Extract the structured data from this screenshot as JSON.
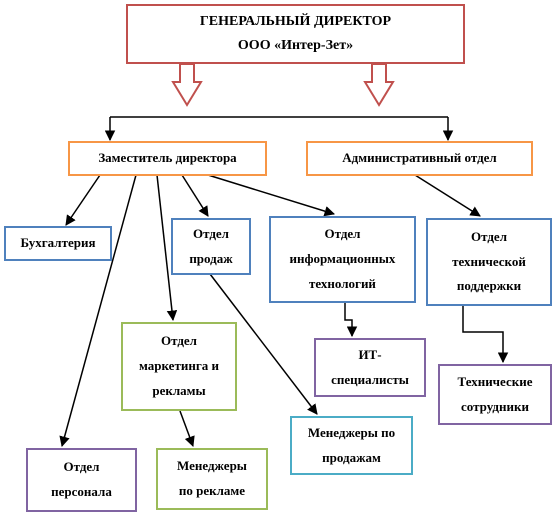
{
  "nodes": {
    "general_director": "ГЕНЕРАЛЬНЫЙ ДИРЕКТОР\nООО «Интер-Зет»",
    "deputy_director": "Заместитель директора",
    "admin_department": "Административный отдел",
    "accounting": "Бухгалтерия",
    "sales_department": "Отдел\nпродаж",
    "it_department": "Отдел\nинформационных\nтехнологий",
    "tech_support_department": "Отдел\nтехнической\nподдержки",
    "marketing_department": "Отдел\nмаркетинга и\nрекламы",
    "it_specialists": "ИТ-\nспециалисты",
    "technical_staff": "Технические\nсотрудники",
    "sales_managers": "Менеджеры по\nпродажам",
    "personnel_department": "Отдел\nперсонала",
    "advertising_managers": "Менеджеры\nпо рекламе"
  },
  "colors": {
    "red": "#c0504d",
    "orange": "#f79646",
    "blue": "#4f81bd",
    "purple": "#8064a2",
    "green": "#9bbb59",
    "cyan": "#4bacc6",
    "line": "#000000"
  },
  "connections": [
    [
      "general_director",
      "deputy_director"
    ],
    [
      "general_director",
      "admin_department"
    ],
    [
      "deputy_director",
      "accounting"
    ],
    [
      "deputy_director",
      "sales_department"
    ],
    [
      "deputy_director",
      "it_department"
    ],
    [
      "deputy_director",
      "marketing_department"
    ],
    [
      "deputy_director",
      "personnel_department"
    ],
    [
      "admin_department",
      "tech_support_department"
    ],
    [
      "sales_department",
      "sales_managers"
    ],
    [
      "it_department",
      "it_specialists"
    ],
    [
      "tech_support_department",
      "technical_staff"
    ],
    [
      "marketing_department",
      "advertising_managers"
    ]
  ]
}
